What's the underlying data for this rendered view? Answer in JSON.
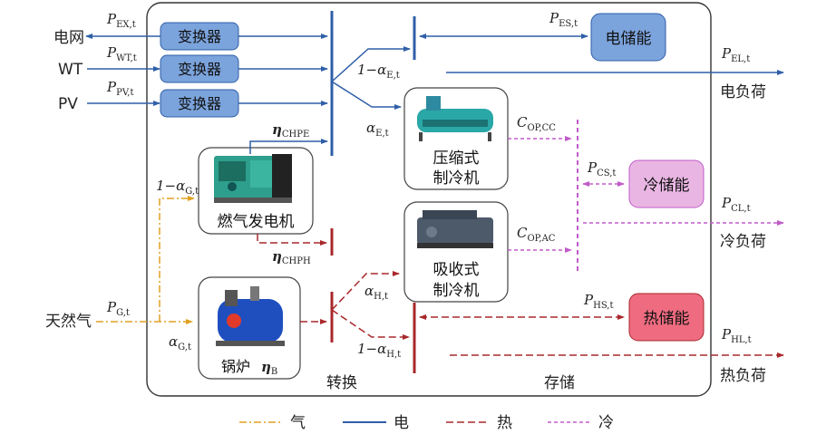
{
  "external": {
    "grid": "电网",
    "wt": "WT",
    "pv": "PV",
    "gas": "天然气",
    "elec_load": "电负荷",
    "cool_load": "冷负荷",
    "heat_load": "热负荷"
  },
  "devices": {
    "converter": "变换器",
    "chp": "燃气发电机",
    "boiler": "锅炉",
    "electric_chiller_1": "压缩式",
    "electric_chiller_2": "制冷机",
    "absorption_chiller_1": "吸收式",
    "absorption_chiller_2": "制冷机",
    "elec_storage": "电储能",
    "cool_storage": "冷储能",
    "heat_storage": "热储能"
  },
  "symbols": {
    "P": "P",
    "one_minus": "1−",
    "alpha": "α",
    "eta": "η",
    "C": "C",
    "sub_ex": "EX,t",
    "sub_wt": "WT,t",
    "sub_pv": "PV,t",
    "sub_es": "ES,t",
    "sub_el": "EL,t",
    "sub_et": "E,t",
    "sub_chpe": "CHPE",
    "sub_chph": "CHPH",
    "sub_cs": "CS,t",
    "sub_cl": "CL,t",
    "sub_opcc": "OP,CC",
    "sub_opac": "OP,AC",
    "sub_gt": "G,t",
    "sub_ht": "H,t",
    "sub_hs": "HS,t",
    "sub_hl": "HL,t",
    "sub_b": "B"
  },
  "sections": {
    "conversion": "转换",
    "storage": "存储"
  },
  "legend": {
    "gas": "气",
    "electric": "电",
    "heat": "热",
    "cold": "冷"
  },
  "colors": {
    "electric": "#2f5fa8",
    "heat": "#a8282c",
    "gas": "#e0a020",
    "cold": "#c05cc8",
    "box_blue": "#7ba3dc",
    "box_pink": "#e9b6e3",
    "box_red": "#ee6b80"
  }
}
